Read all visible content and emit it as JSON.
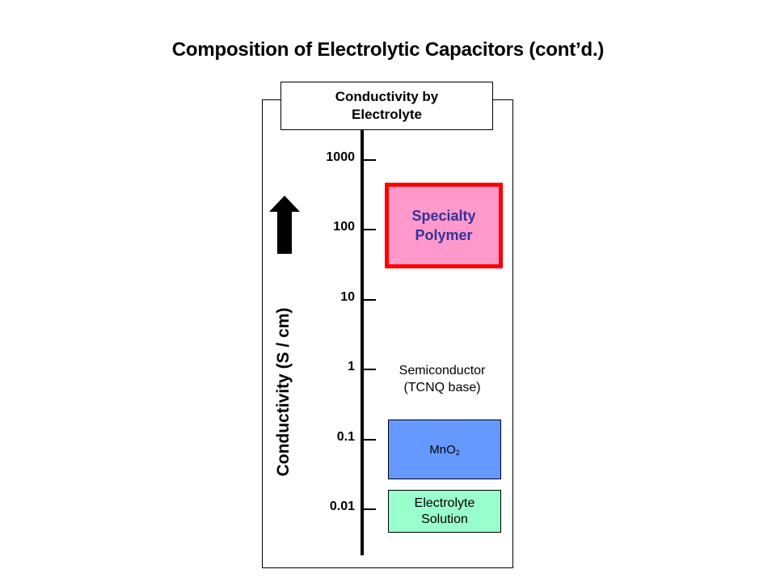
{
  "slide": {
    "title": "Composition of Electrolytic Capacitors (cont’d.)"
  },
  "chart_data": {
    "type": "diagram-scale",
    "title": "Conductivity by Electrolyte",
    "header_line1": "Conductivity by",
    "header_line2": "Electrolyte",
    "ylabel": "Conductivity (S / cm)",
    "yscale": "log",
    "ylim": [
      0.001,
      10000
    ],
    "ticks": [
      {
        "value": 1000,
        "label": "1000"
      },
      {
        "value": 100,
        "label": "100"
      },
      {
        "value": 10,
        "label": "10"
      },
      {
        "value": 1,
        "label": "1"
      },
      {
        "value": 0.1,
        "label": "0.1"
      },
      {
        "value": 0.01,
        "label": "0.01"
      }
    ],
    "direction_arrow": "up",
    "categories": [
      {
        "name": "Specialty Polymer",
        "line1": "Specialty",
        "line2": "Polymer",
        "range": [
          30,
          400
        ],
        "fill": "#ff99cc",
        "border": "#ff0000",
        "text_color": "#333399",
        "highlight": true
      },
      {
        "name": "Semiconductor (TCNQ base)",
        "line1": "Semiconductor",
        "line2": "(TCNQ base)",
        "range": [
          0.3,
          1.5
        ],
        "fill": "none"
      },
      {
        "name": "MnO2",
        "base": "MnO",
        "subscript": "2",
        "range": [
          0.04,
          0.25
        ],
        "fill": "#6699ff",
        "border": "#000000"
      },
      {
        "name": "Electrolyte Solution",
        "line1": "Electrolyte",
        "line2": "Solution",
        "range": [
          0.003,
          0.015
        ],
        "fill": "#99ffcc",
        "border": "#000000"
      }
    ]
  }
}
